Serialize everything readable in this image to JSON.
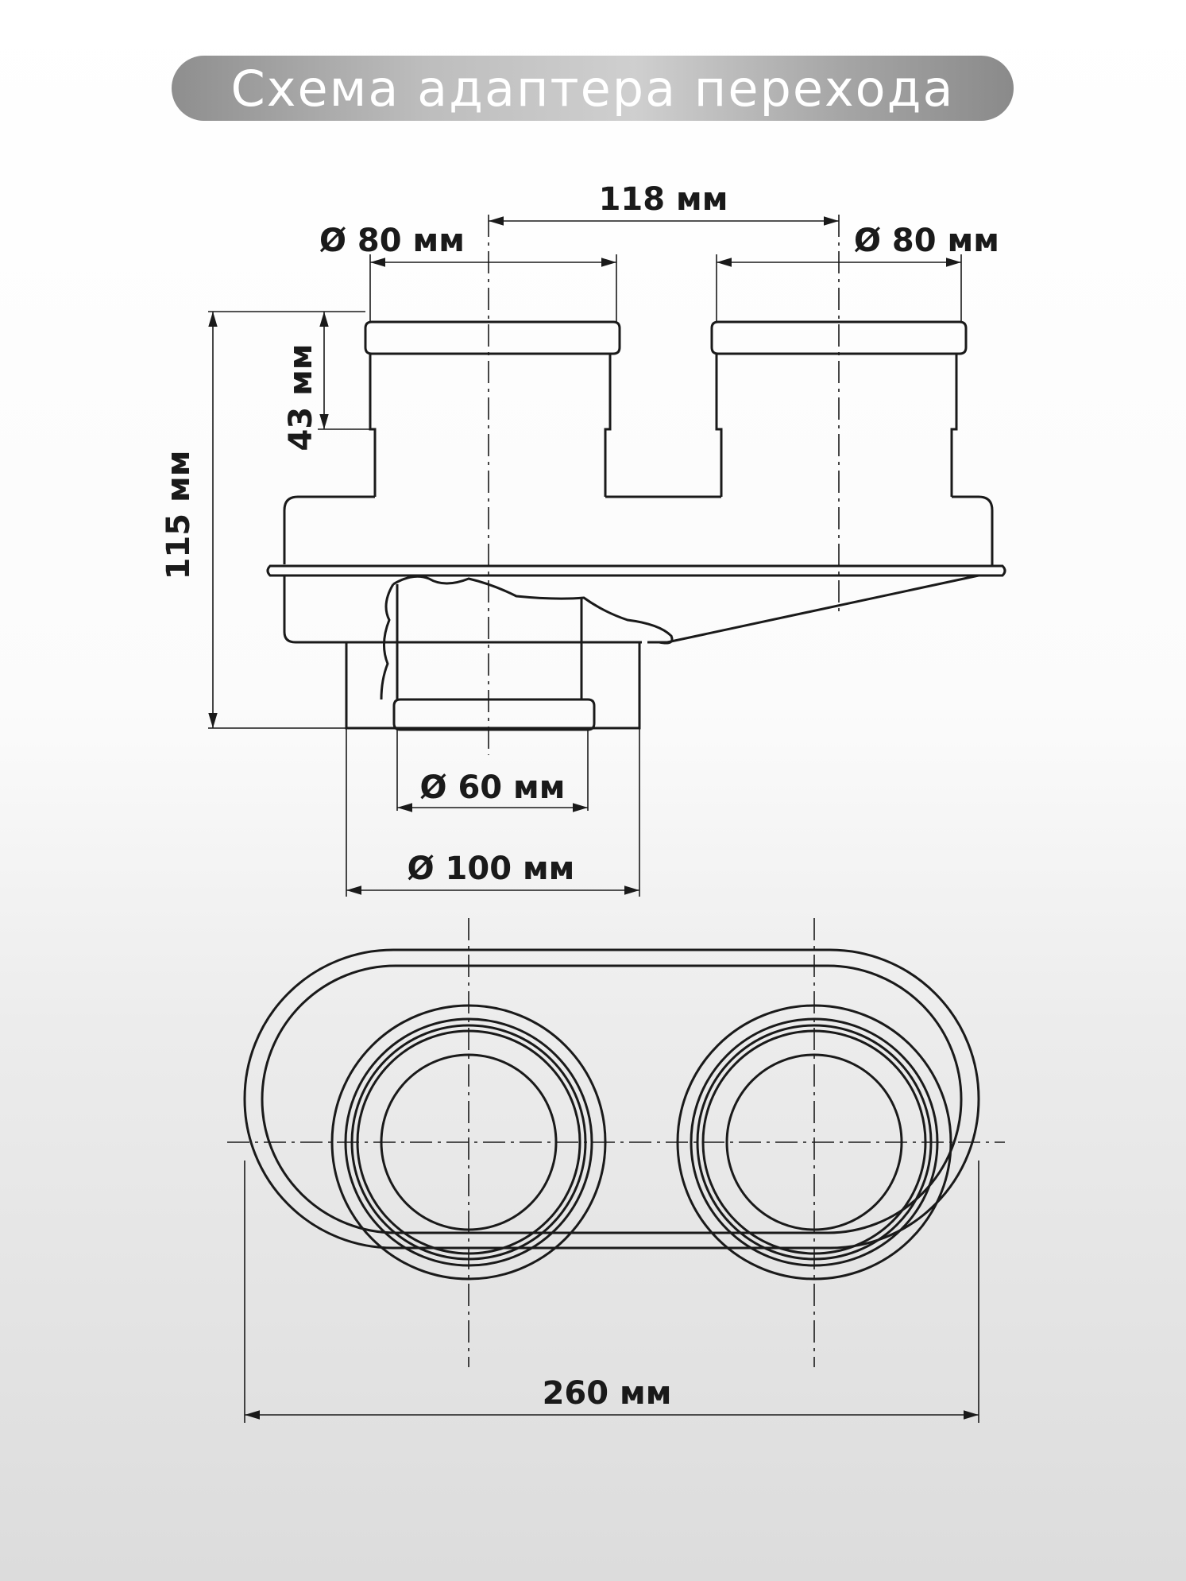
{
  "title": "Схема адаптера перехода",
  "dimensions": {
    "spacing": "118 мм",
    "left_pipe_diameter": "Ø 80 мм",
    "right_pipe_diameter": "Ø 80 мм",
    "collar_height": "43 мм",
    "total_height": "115 мм",
    "inner_pipe_diameter": "Ø 60 мм",
    "outer_pipe_diameter": "Ø 100 мм",
    "total_width": "260 мм"
  },
  "colors": {
    "line": "#1a1a1a",
    "title_text": "#ffffff"
  }
}
